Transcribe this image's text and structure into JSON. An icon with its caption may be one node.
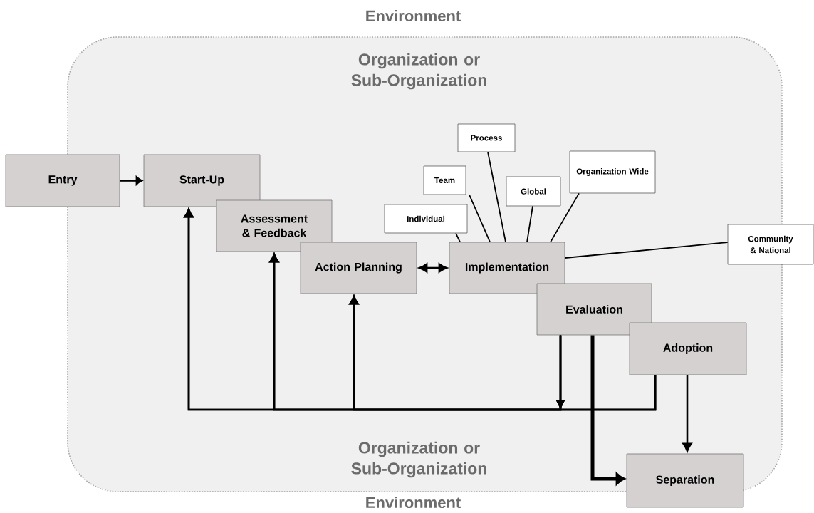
{
  "diagram": {
    "nodes": [
      {
        "text": [
          "Organization or Sub-Organization",
          "Organization or Sub-Organization"
        ]
      },
      {
        "text": [
          "Entry"
        ]
      },
      {
        "text": [
          "Start-Up"
        ],
        "in": 0
      },
      {
        "text": [
          "Assessment & Feedback"
        ],
        "in": 0
      },
      {
        "text": [
          "Action Planning"
        ],
        "in": 0
      },
      {
        "text": [
          "Implementation"
        ],
        "in": 0
      },
      {
        "text": [
          "Evaluation"
        ],
        "in": 0
      },
      {
        "text": [
          "Adoption"
        ],
        "in": 0
      },
      {
        "text": [
          "Separation"
        ]
      },
      {
        "text": [
          "Individual"
        ],
        "in": 0
      },
      {
        "text": [
          "Team"
        ],
        "in": 0
      },
      {
        "text": [
          "Process"
        ],
        "in": 0
      },
      {
        "text": [
          "Global"
        ],
        "in": 0
      },
      {
        "text": [
          "Organization Wide"
        ],
        "in": 0
      },
      {
        "text": [
          "Community & National"
        ]
      }
    ],
    "edges": [
      {
        "from": 1,
        "to": 2,
        "arrow": "to"
      },
      {
        "from": 4,
        "to": 5,
        "arrow": "both"
      },
      {
        "from": 5,
        "to": 9,
        "arrow": "none"
      },
      {
        "from": 5,
        "to": 10,
        "arrow": "none"
      },
      {
        "from": 5,
        "to": 11,
        "arrow": "none"
      },
      {
        "from": 5,
        "to": 12,
        "arrow": "none"
      },
      {
        "from": 5,
        "to": 13,
        "arrow": "none"
      },
      {
        "from": 5,
        "to": 14,
        "arrow": "none"
      },
      {
        "from": 7,
        "to": 2,
        "arrow": "to"
      },
      {
        "from": 7,
        "to": 3,
        "arrow": "to"
      },
      {
        "from": 7,
        "to": 4,
        "arrow": "to"
      },
      {
        "from": 6,
        "to": 2,
        "arrow": "to"
      },
      {
        "from": 6,
        "to": 3,
        "arrow": "to"
      },
      {
        "from": 6,
        "to": 4,
        "arrow": "to"
      },
      {
        "from": 6,
        "to": 8,
        "arrow": "to",
        "style": "thick"
      },
      {
        "from": 7,
        "to": 8,
        "arrow": "to"
      }
    ],
    "labels": [
      "Environment",
      "Environment"
    ]
  }
}
